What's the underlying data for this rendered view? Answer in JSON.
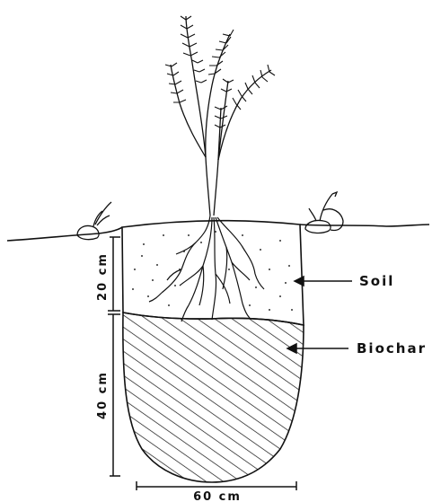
{
  "diagram": {
    "labels": {
      "soil": "Soil",
      "biochar": "Biochar",
      "soil_depth": "20 cm",
      "biochar_depth": "40 cm",
      "width": "60 cm"
    },
    "colors": {
      "ink": "#111111",
      "background": "#ffffff"
    }
  }
}
